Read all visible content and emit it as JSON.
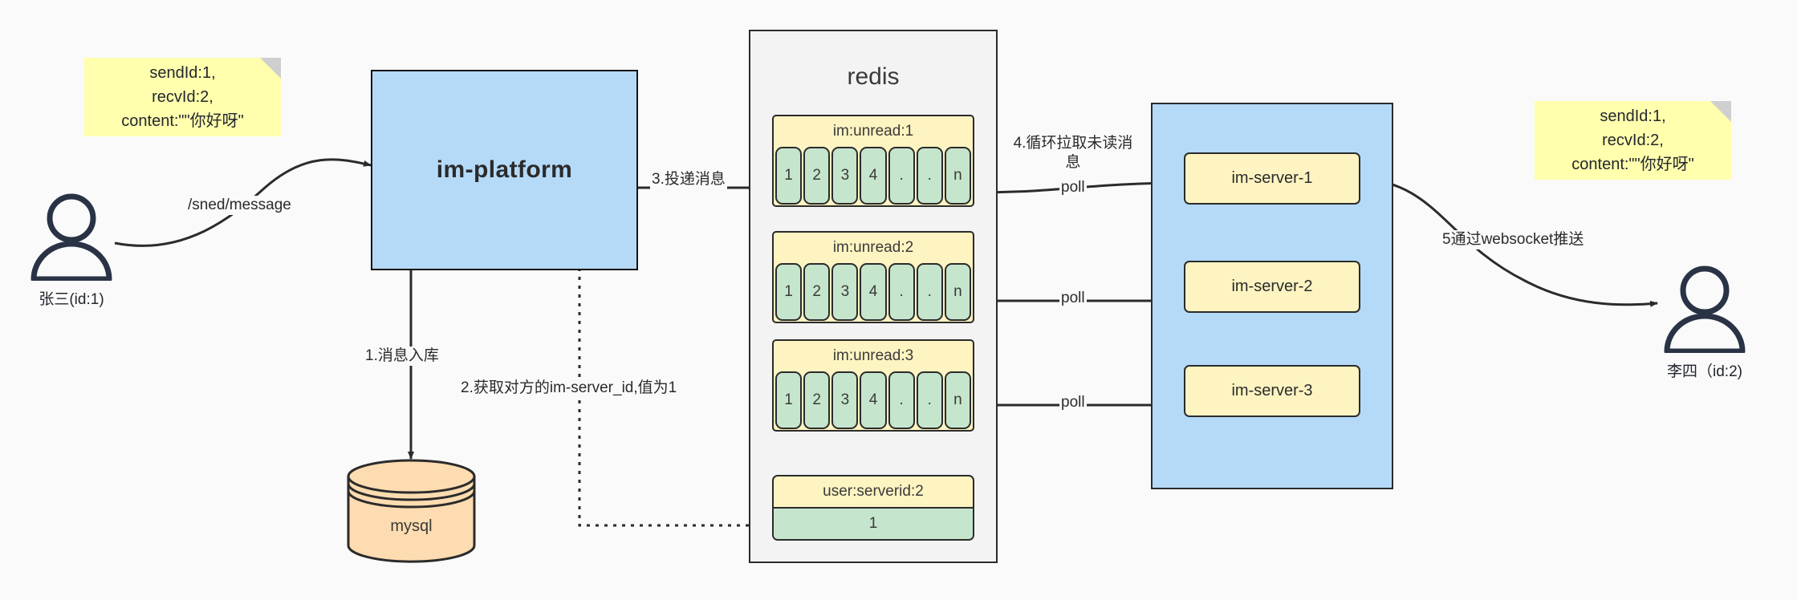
{
  "diagram": {
    "title": "IM message delivery architecture",
    "colors": {
      "background": "#fafafa",
      "note_yellow": "#ffffad",
      "box_blue": "#b5daf8",
      "node_yellow": "#fdf4c1",
      "cell_green": "#c6e5cd",
      "db_orange": "#fcdcb0",
      "stroke": "#2b2b2b",
      "person_stroke": "#2a3345"
    }
  },
  "notes": {
    "left": "sendId:1,\nrecvId:2,\ncontent:\"\"你好呀\"",
    "right": "sendId:1,\nrecvId:2,\ncontent:\"\"你好呀\""
  },
  "actors": {
    "sender": {
      "label": "张三(id:1)",
      "icon": "user-icon"
    },
    "receiver": {
      "label": "李四（id:2)",
      "icon": "user-icon"
    }
  },
  "platform": {
    "label": "im-platform"
  },
  "database": {
    "label": "mysql",
    "icon": "database-cylinder-icon"
  },
  "redis": {
    "title": "redis",
    "lists": [
      {
        "key": "im:unread:1",
        "cells": [
          "1",
          "2",
          "3",
          "4",
          ".",
          ".",
          "n"
        ]
      },
      {
        "key": "im:unread:2",
        "cells": [
          "1",
          "2",
          "3",
          "4",
          ".",
          ".",
          "n"
        ]
      },
      {
        "key": "im:unread:3",
        "cells": [
          "1",
          "2",
          "3",
          "4",
          ".",
          ".",
          "n"
        ]
      }
    ],
    "kv": {
      "key": "user:serverid:2",
      "value": "1"
    }
  },
  "servers": {
    "nodes": [
      {
        "label": "im-server-1"
      },
      {
        "label": "im-server-2"
      },
      {
        "label": "im-server-3"
      }
    ]
  },
  "edges": {
    "send_message": "/sned/message",
    "step1": "1.消息入库",
    "step2": "2.获取对方的im-server_id,值为1",
    "step3": "3.投递消息",
    "step4": "4.循环拉取未读消息",
    "poll1": "poll",
    "poll2": "poll",
    "poll3": "poll",
    "step5": "5通过websocket推送"
  }
}
